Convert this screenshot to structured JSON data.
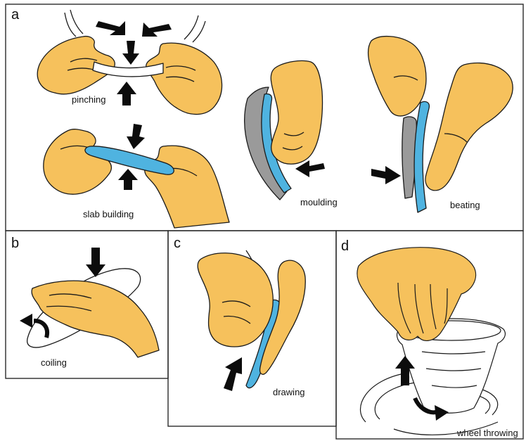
{
  "colors": {
    "skin": "#f6c15c",
    "skin_shade": "#e8a93d",
    "clay": "#4fb3e0",
    "mould": "#9a9a9a",
    "outline": "#1a1a1a",
    "arrow": "#0c0c0c",
    "frame": "#2a2a2a"
  },
  "panels": {
    "a": {
      "letter": "a",
      "captions": {
        "pinching": "pinching",
        "slab": "slab building",
        "moulding": "moulding",
        "beating": "beating"
      }
    },
    "b": {
      "letter": "b",
      "caption": "coiling"
    },
    "c": {
      "letter": "c",
      "caption": "drawing"
    },
    "d": {
      "letter": "d",
      "caption": "wheel throwing"
    }
  },
  "icons": {
    "press": "arrow-icon",
    "rotate": "rotation-arrow-icon"
  }
}
